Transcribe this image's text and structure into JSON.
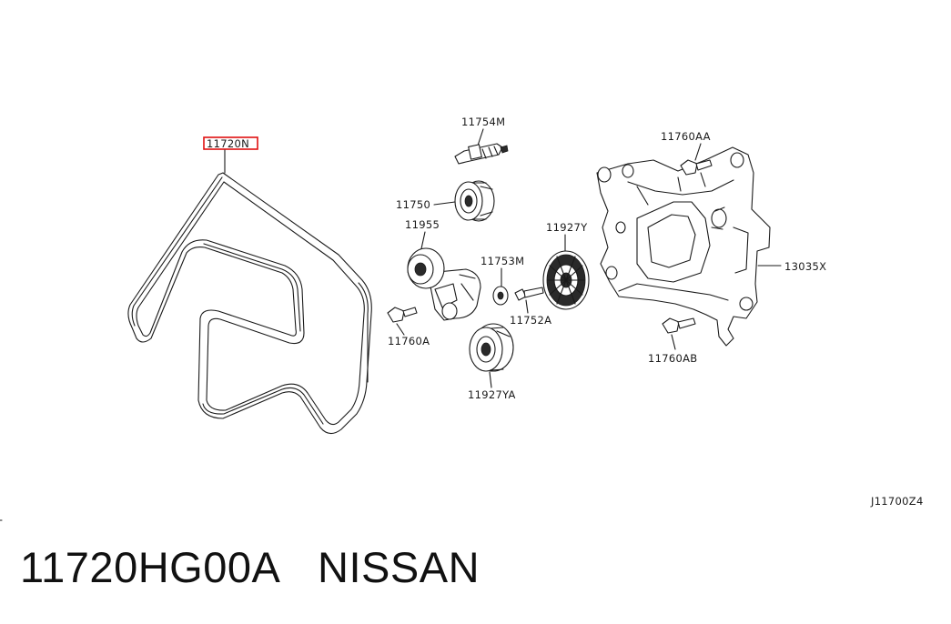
{
  "diagram": {
    "callouts": {
      "belt": "11720N",
      "bolt_pulley": "11754M",
      "idler_pulley": "11750",
      "tensioner": "11955",
      "alternator_pulley": "11927Y",
      "tensioner_cap": "11753M",
      "pulley_bolt": "11752A",
      "tensioner_bolt": "11760A",
      "lower_idler": "11927YA",
      "bracket_bolt_top": "11760AA",
      "bracket": "13035X",
      "bracket_bolt_bottom": "11760AB"
    },
    "figure_code": "J11700Z4"
  },
  "caption": {
    "part_number": "11720HG00A",
    "brand": "NISSAN"
  },
  "colors": {
    "highlight": "#e01010",
    "ink": "#1a1a1a"
  }
}
